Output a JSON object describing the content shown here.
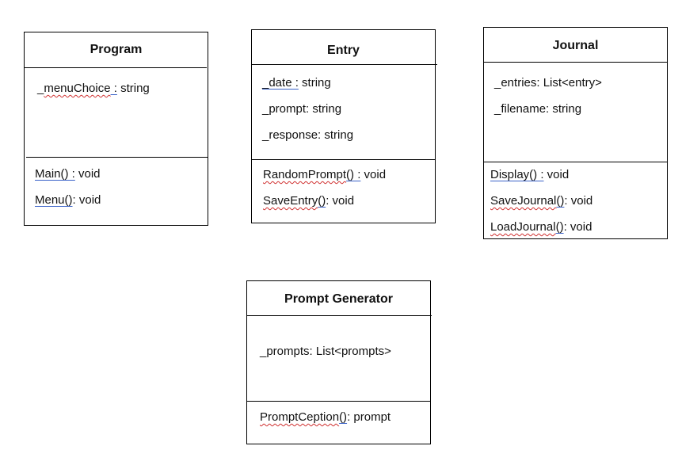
{
  "classes": {
    "program": {
      "name": "Program",
      "attributes": [
        {
          "parts": [
            "_",
            "menuChoice",
            " :",
            " string"
          ]
        }
      ],
      "methods": [
        {
          "parts": [
            "Main() :",
            " void"
          ]
        },
        {
          "parts": [
            "Menu",
            "()",
            ": void"
          ]
        }
      ]
    },
    "entry": {
      "name": "Entry",
      "attributes": [
        {
          "parts": [
            "_date :",
            " string"
          ]
        },
        {
          "parts": [
            "_prompt: string"
          ]
        },
        {
          "parts": [
            "_response: string"
          ]
        }
      ],
      "methods": [
        {
          "parts": [
            "RandomPrompt",
            "() :",
            " void"
          ]
        },
        {
          "parts": [
            "SaveEntry",
            "()",
            ": void"
          ]
        }
      ]
    },
    "journal": {
      "name": "Journal",
      "attributes": [
        {
          "parts": [
            "_entries: List<entry>"
          ]
        },
        {
          "parts": [
            "_filename: string"
          ]
        }
      ],
      "methods": [
        {
          "parts": [
            "Display() :",
            " void"
          ]
        },
        {
          "parts": [
            "SaveJournal",
            "()",
            ": void"
          ]
        },
        {
          "parts": [
            "LoadJournal",
            "()",
            ": void"
          ]
        }
      ]
    },
    "prompt_generator": {
      "name": "Prompt Generator",
      "attributes": [
        {
          "parts": [
            "_prompts: List<prompts>"
          ]
        }
      ],
      "methods": [
        {
          "parts": [
            "PromptCeption",
            "()",
            ": prompt"
          ]
        }
      ]
    }
  },
  "colors": {
    "border": "#000000",
    "spellcheck_squiggle": "#d03030",
    "grammar_underline": "#3a62c8"
  }
}
